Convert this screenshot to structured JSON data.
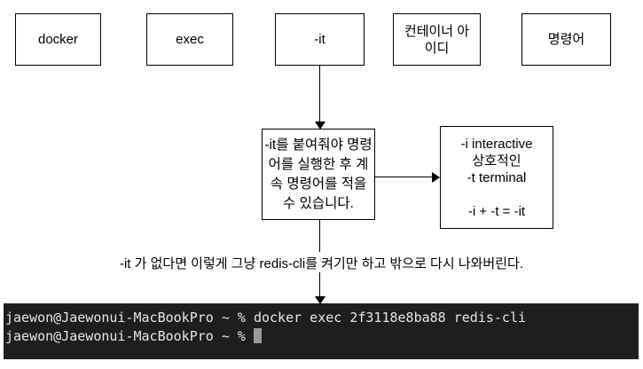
{
  "top_boxes": [
    "docker",
    "exec",
    "-it",
    "컨테이너 아이디",
    "명령어"
  ],
  "middle_box": "-it를 붙여줘야 명령어를 실행한 후 계속 명령어를 적을 수 있습니다.",
  "right_box": {
    "line1": "-i  interactive",
    "line2": "상호적인",
    "line3": "-t terminal",
    "line4": "-i + -t = -it"
  },
  "caption": "-it 가 없다면 이렇게 그냥 redis-cli를 켜기만 하고 밖으로 다시 나와버린다.",
  "terminal": {
    "line1": "jaewon@Jaewonui-MacBookPro ~ % docker exec 2f3118e8ba88 redis-cli",
    "line2": "jaewon@Jaewonui-MacBookPro ~ % "
  }
}
